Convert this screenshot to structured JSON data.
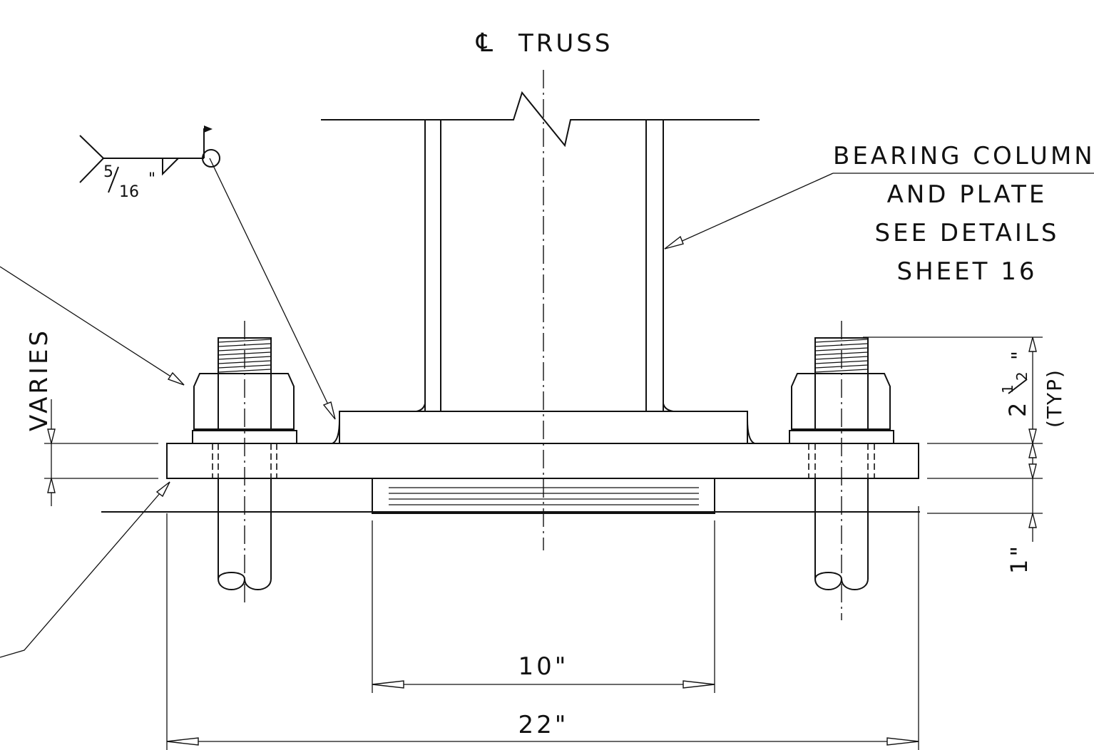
{
  "labels": {
    "centerline_symbol": "℄",
    "centerline_title": "TRUSS",
    "weld_fraction_num": "5",
    "weld_fraction_den": "16",
    "weld_inch_mark": "\"",
    "callout_line1": "BEARING COLUMN",
    "callout_line2": "AND PLATE",
    "callout_line3": "SEE DETAILS",
    "callout_line4": "SHEET 16",
    "varies": "VARIES",
    "bolt_projection_whole": "2",
    "bolt_projection_num": "1",
    "bolt_projection_den": "2",
    "bolt_projection_inch": "\"",
    "bolt_projection_typ": "(TYP)",
    "thickness_one_inch": "1\"",
    "dim_inner": "10\"",
    "dim_overall": "22\""
  },
  "colors": {
    "line": "#111111",
    "background": "#ffffff"
  }
}
